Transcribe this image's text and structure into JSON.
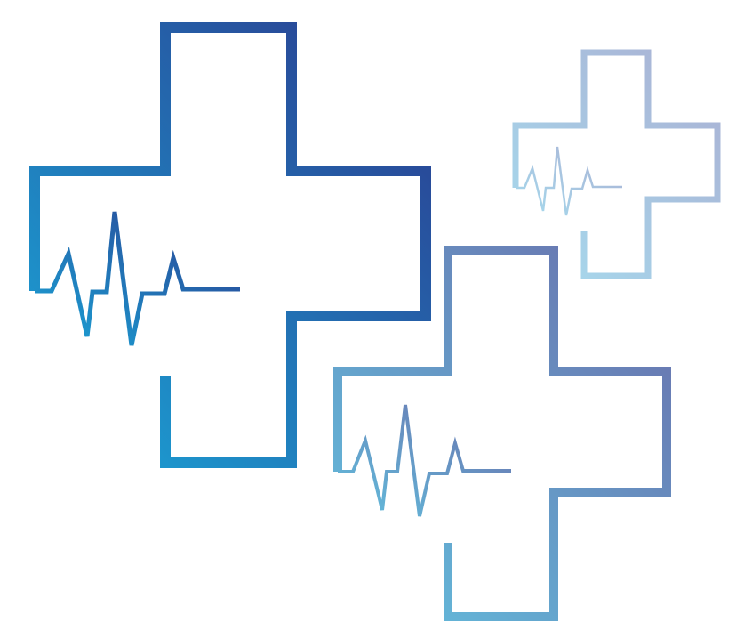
{
  "illustration": {
    "crosses": [
      {
        "name": "large-cross",
        "color_start": "#1aa6d8",
        "color_end": "#2b3a8e"
      },
      {
        "name": "medium-cross",
        "color_start": "#62c0de",
        "color_end": "#6a6fac"
      },
      {
        "name": "small-cross",
        "color_start": "#a6dbee",
        "color_end": "#aab0d3"
      }
    ]
  }
}
